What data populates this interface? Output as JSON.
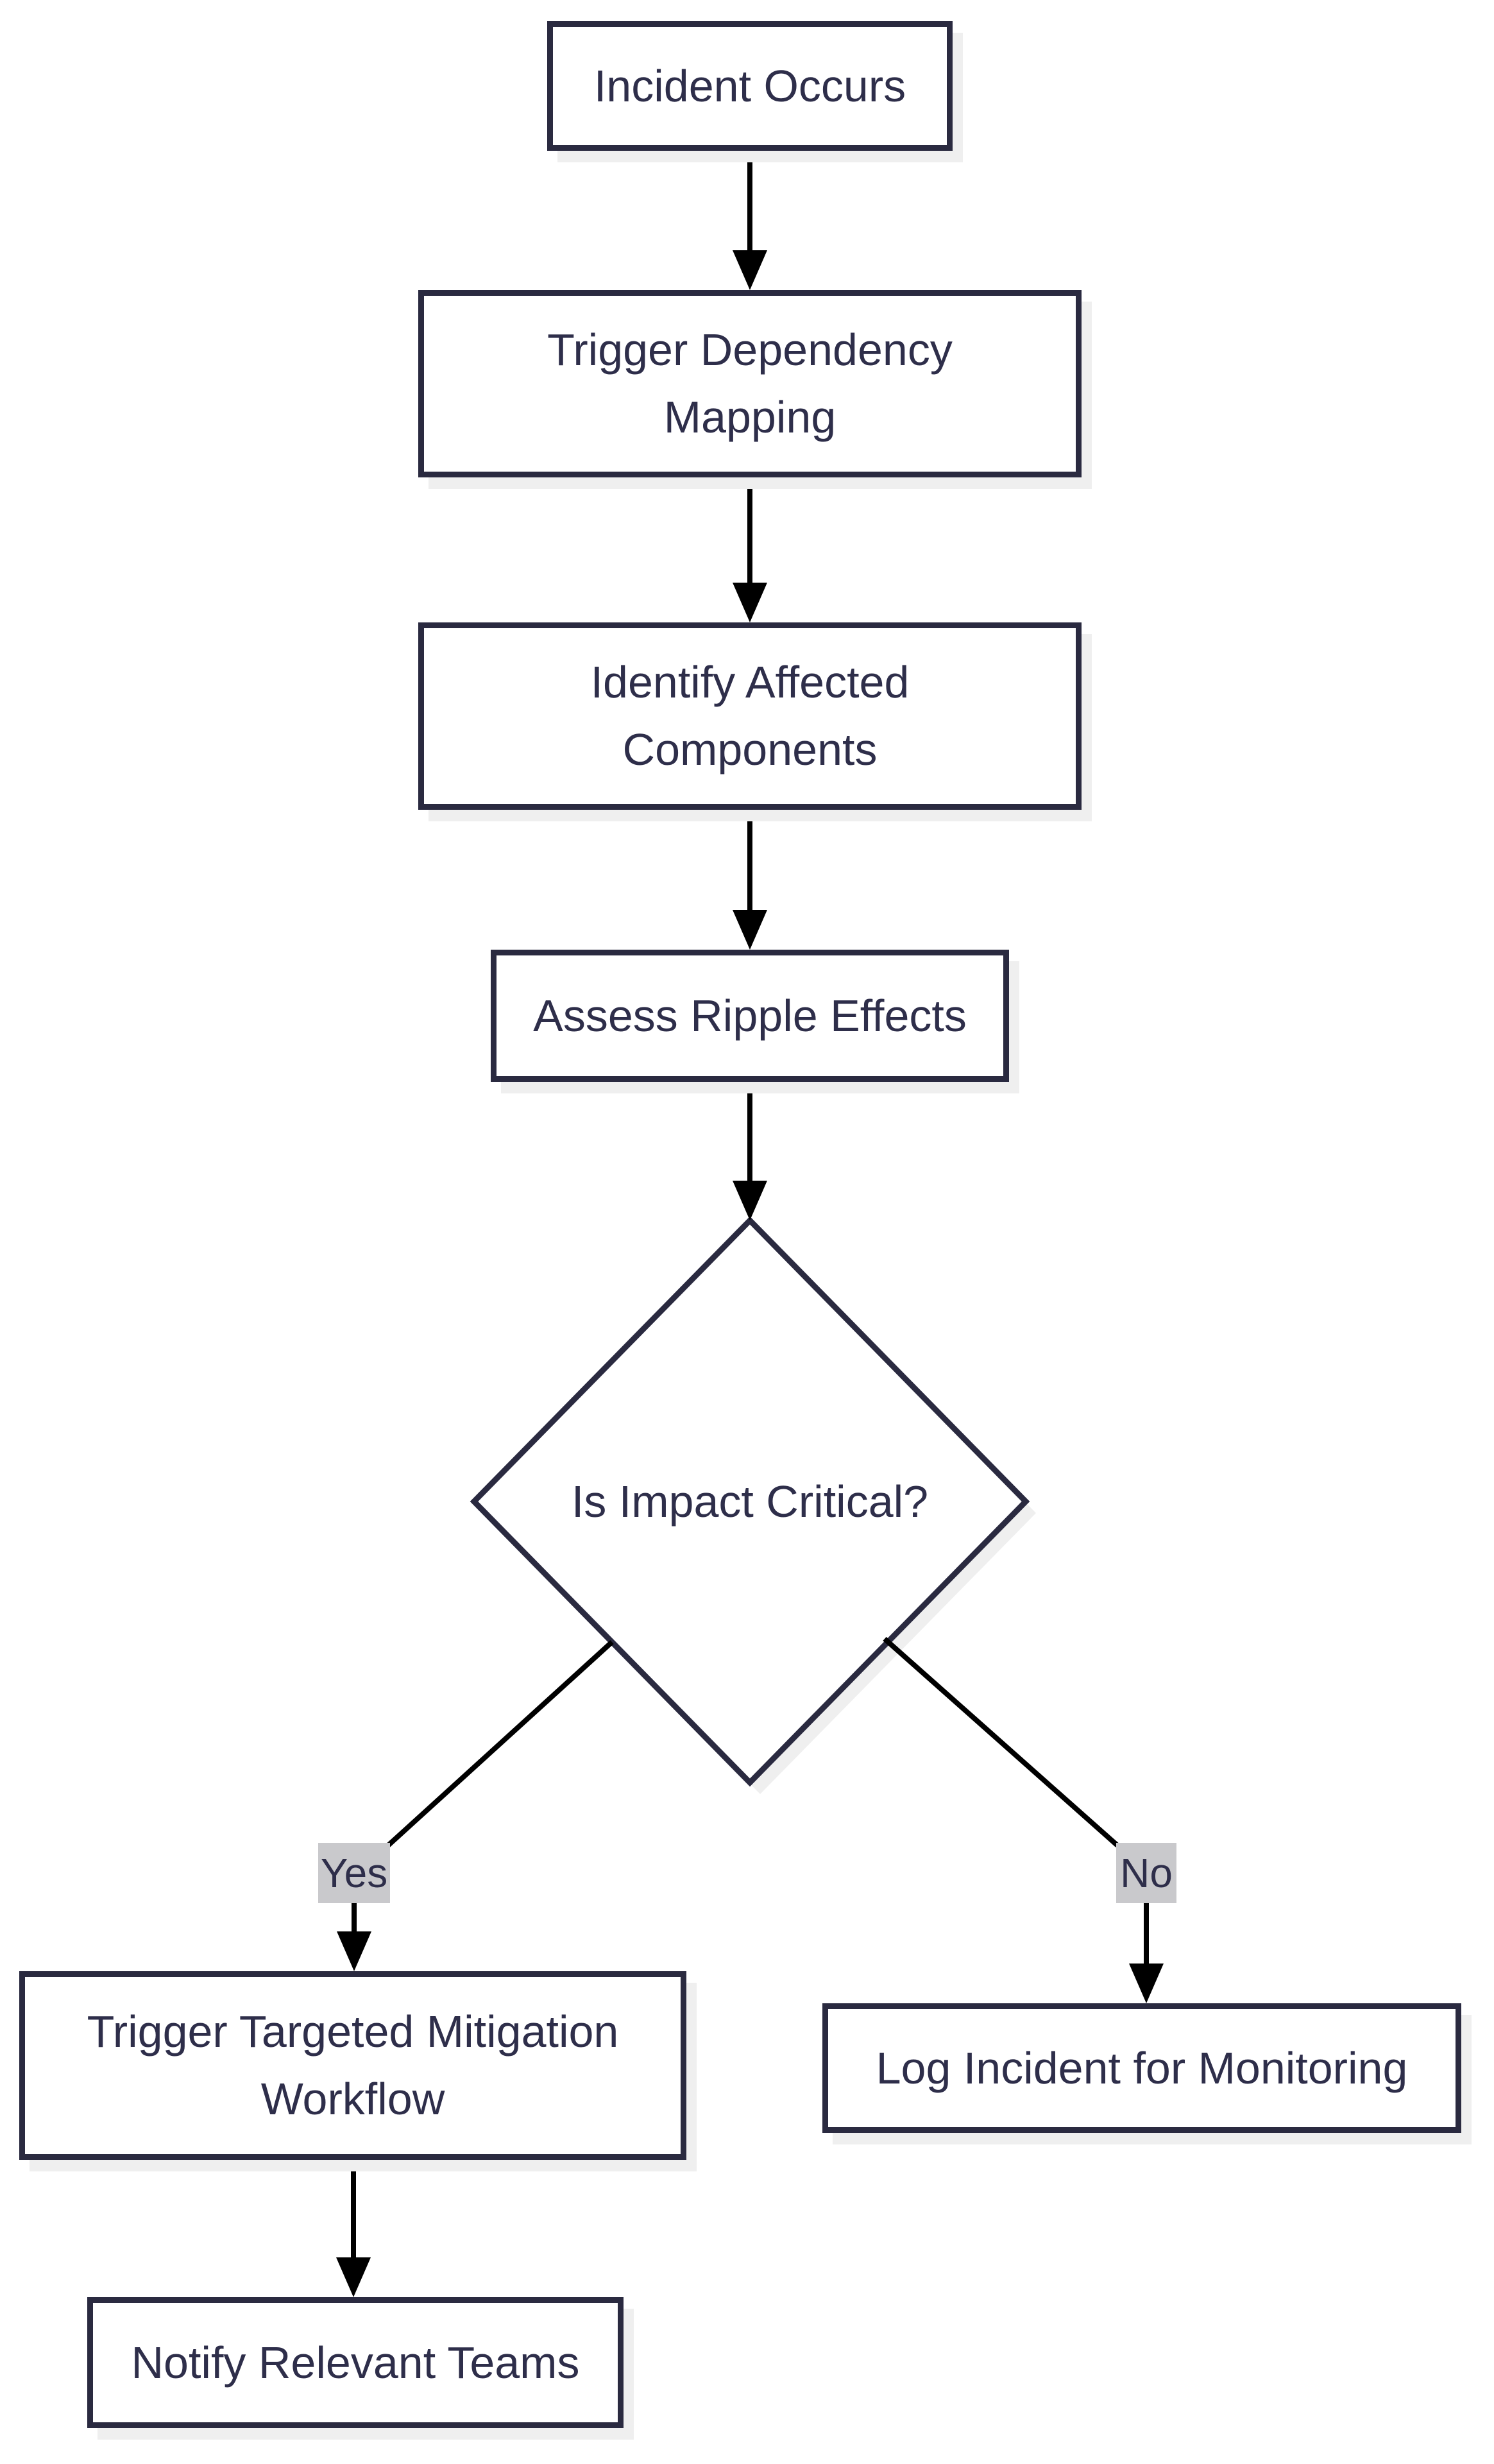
{
  "diagram": {
    "type": "flowchart",
    "background": "#ffffff",
    "node_border_color": "#2a2a40",
    "node_fill_color": "#ffffff",
    "node_text_color": "#2e2e4a",
    "connector_color": "#000000",
    "shadow_color": "#efefef",
    "edge_label_bg": "#c9c9cc",
    "nodes": {
      "incident": {
        "label": "Incident Occurs",
        "shape": "rect"
      },
      "dependency_mapping": {
        "label": "Trigger Dependency\nMapping",
        "shape": "rect"
      },
      "identify_components": {
        "label": "Identify Affected\nComponents",
        "shape": "rect"
      },
      "assess_ripple": {
        "label": "Assess Ripple Effects",
        "shape": "rect"
      },
      "impact_critical": {
        "label": "Is Impact Critical?",
        "shape": "diamond"
      },
      "mitigation_workflow": {
        "label": "Trigger Targeted Mitigation\nWorkflow",
        "shape": "rect"
      },
      "log_incident": {
        "label": "Log Incident for Monitoring",
        "shape": "rect"
      },
      "notify_teams": {
        "label": "Notify Relevant Teams",
        "shape": "rect"
      }
    },
    "edges": [
      {
        "from": "incident",
        "to": "dependency_mapping",
        "label": ""
      },
      {
        "from": "dependency_mapping",
        "to": "identify_components",
        "label": ""
      },
      {
        "from": "identify_components",
        "to": "assess_ripple",
        "label": ""
      },
      {
        "from": "assess_ripple",
        "to": "impact_critical",
        "label": ""
      },
      {
        "from": "impact_critical",
        "to": "mitigation_workflow",
        "label": "Yes"
      },
      {
        "from": "impact_critical",
        "to": "log_incident",
        "label": "No"
      },
      {
        "from": "mitigation_workflow",
        "to": "notify_teams",
        "label": ""
      }
    ],
    "edge_labels": {
      "yes": "Yes",
      "no": "No"
    }
  }
}
